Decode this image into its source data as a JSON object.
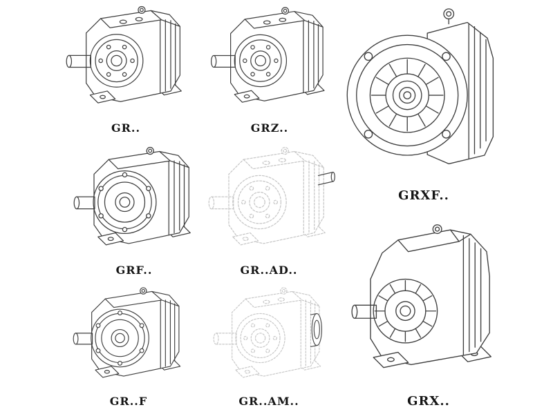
{
  "colors": {
    "background": "#ffffff",
    "line": "#3e3e3e",
    "ghost_line": "#c7c7c7",
    "label_text": "#141414"
  },
  "figures": [
    {
      "label": "GR..",
      "drawing": "foot-mounted helical gear unit, isometric",
      "style": "solid"
    },
    {
      "label": "GRZ..",
      "drawing": "foot-mounted helical gear unit, isometric",
      "style": "solid"
    },
    {
      "label": "GRXF..",
      "drawing": "flange-mounted gear unit, front view",
      "style": "solid"
    },
    {
      "label": "GRF..",
      "drawing": "flange helical gear unit, isometric",
      "style": "solid"
    },
    {
      "label": "GR..AD..",
      "drawing": "gear unit with input adapter, isometric",
      "style": "dashed-ghost"
    },
    {
      "label": "GR..F",
      "drawing": "flange helical gear unit, isometric",
      "style": "solid"
    },
    {
      "label": "GR..AM..",
      "drawing": "gear unit with motor flange, isometric",
      "style": "dashed-ghost"
    },
    {
      "label": "GRX..",
      "drawing": "large foot-mounted gear unit, isometric",
      "style": "solid"
    }
  ]
}
